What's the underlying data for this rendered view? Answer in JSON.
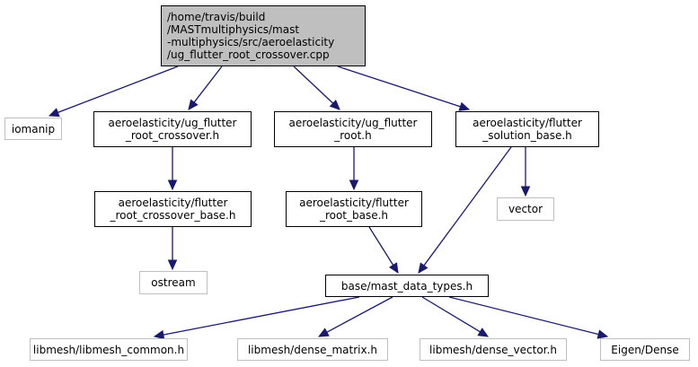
{
  "graph": {
    "edge_color": "#191970",
    "nodes": {
      "root": {
        "label": "/home/travis/build\n/MASTmultiphysics/mast\n-multiphysics/src/aeroelasticity\n/ug_flutter_root_crossover.cpp",
        "kind": "root"
      },
      "iomanip": {
        "label": "iomanip",
        "kind": "external"
      },
      "ug_flutter_root_crossover_h": {
        "label": "aeroelasticity/ug_flutter\n_root_crossover.h",
        "kind": "documented"
      },
      "ug_flutter_root_h": {
        "label": "aeroelasticity/ug_flutter\n_root.h",
        "kind": "documented"
      },
      "flutter_solution_base_h": {
        "label": "aeroelasticity/flutter\n_solution_base.h",
        "kind": "documented"
      },
      "flutter_root_crossover_base_h": {
        "label": "aeroelasticity/flutter\n_root_crossover_base.h",
        "kind": "documented"
      },
      "flutter_root_base_h": {
        "label": "aeroelasticity/flutter\n_root_base.h",
        "kind": "documented"
      },
      "vector": {
        "label": "vector",
        "kind": "external"
      },
      "ostream": {
        "label": "ostream",
        "kind": "external"
      },
      "mast_data_types_h": {
        "label": "base/mast_data_types.h",
        "kind": "documented"
      },
      "libmesh_common_h": {
        "label": "libmesh/libmesh_common.h",
        "kind": "external"
      },
      "dense_matrix_h": {
        "label": "libmesh/dense_matrix.h",
        "kind": "external"
      },
      "dense_vector_h": {
        "label": "libmesh/dense_vector.h",
        "kind": "external"
      },
      "eigen_dense": {
        "label": "Eigen/Dense",
        "kind": "external"
      }
    },
    "edges": [
      [
        "root",
        "iomanip"
      ],
      [
        "root",
        "ug_flutter_root_crossover_h"
      ],
      [
        "root",
        "ug_flutter_root_h"
      ],
      [
        "root",
        "flutter_solution_base_h"
      ],
      [
        "ug_flutter_root_crossover_h",
        "flutter_root_crossover_base_h"
      ],
      [
        "flutter_root_crossover_base_h",
        "ostream"
      ],
      [
        "ug_flutter_root_h",
        "flutter_root_base_h"
      ],
      [
        "flutter_root_base_h",
        "mast_data_types_h"
      ],
      [
        "flutter_solution_base_h",
        "mast_data_types_h"
      ],
      [
        "flutter_solution_base_h",
        "vector"
      ],
      [
        "mast_data_types_h",
        "libmesh_common_h"
      ],
      [
        "mast_data_types_h",
        "dense_matrix_h"
      ],
      [
        "mast_data_types_h",
        "dense_vector_h"
      ],
      [
        "mast_data_types_h",
        "eigen_dense"
      ]
    ]
  }
}
